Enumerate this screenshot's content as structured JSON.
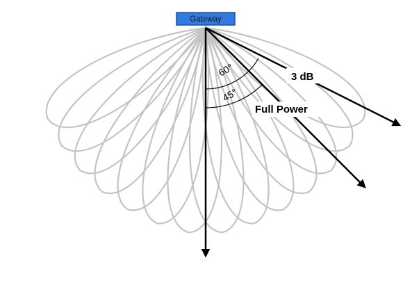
{
  "gateway": {
    "label": "Gateway",
    "fill_color": "#2f7be0",
    "border_color": "#1a4fa8"
  },
  "beams": {
    "count": 14,
    "color": "#c4c4c4",
    "spread_deg": [
      -60,
      60
    ]
  },
  "arrows": [
    {
      "name": "3db-arrow",
      "label": "3 dB",
      "angle_deg": 60
    },
    {
      "name": "full-power-arrow",
      "label": "Full Power",
      "angle_deg": 45
    },
    {
      "name": "center-arrow",
      "label": "",
      "angle_deg": 0
    }
  ],
  "angles": [
    {
      "name": "angle-60",
      "label": "60°"
    },
    {
      "name": "angle-45",
      "label": "45°"
    }
  ]
}
